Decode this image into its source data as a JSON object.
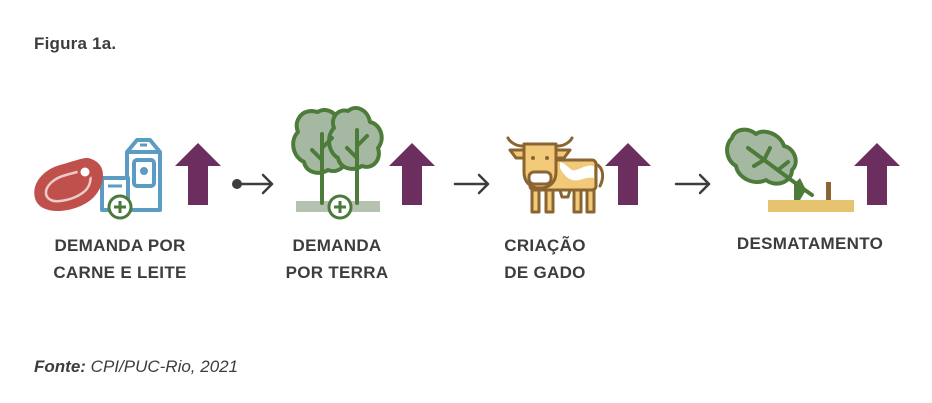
{
  "figure": {
    "title": "Figura 1a."
  },
  "steps": [
    {
      "id": "demand-meat-milk",
      "label_lines": [
        "DEMANDA POR",
        "CARNE E LEITE"
      ],
      "icon": "meat-and-milk-icon",
      "trend": "up"
    },
    {
      "id": "demand-land",
      "label_lines": [
        "DEMANDA",
        "POR TERRA"
      ],
      "icon": "trees-land-icon",
      "trend": "up"
    },
    {
      "id": "cattle-raising",
      "label_lines": [
        "CRIAÇÃO",
        "DE GADO"
      ],
      "icon": "cow-icon",
      "trend": "up"
    },
    {
      "id": "deforestation",
      "label_lines": [
        "DESMATAMENTO"
      ],
      "icon": "felled-tree-icon",
      "trend": "up"
    }
  ],
  "source": {
    "label": "Fonte:",
    "text": "CPI/PUC-Rio, 2021"
  },
  "colors": {
    "up_arrow": "#6b2e5e",
    "meat": "#c0504b",
    "milk": "#5b9bc4",
    "plus": "#4a7a3c",
    "tree_fill": "#a4b8a2",
    "tree_stroke": "#4d7b3a",
    "ground": "#b5c2b0",
    "cow_fill": "#f2c879",
    "cow_stroke": "#8a6532",
    "log": "#e6c36e",
    "connector": "#3d3d3d"
  }
}
